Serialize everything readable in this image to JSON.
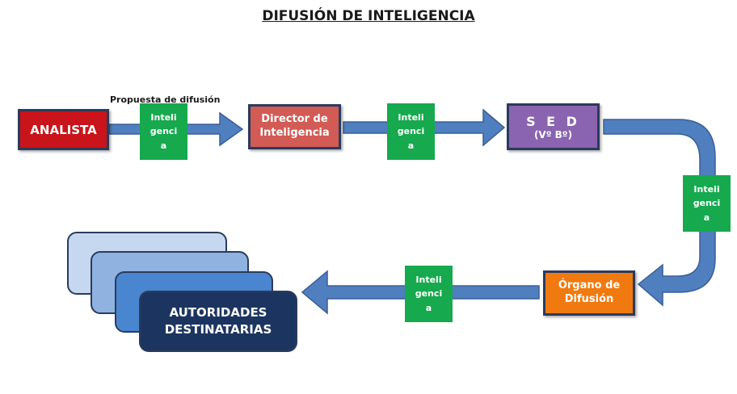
{
  "title": "DIFUSIÓN DE INTELIGENCIA",
  "edge_label": "Propuesta de difusión",
  "nodes": {
    "analista": "ANALISTA",
    "director_line1": "Director de",
    "director_line2": "Inteligencia",
    "sed_main": "S E D",
    "sed_sub": "(Vº Bº)",
    "organo_line1": "Órgano de",
    "organo_line2": "Difusión",
    "autoridades_line1": "AUTORIDADES",
    "autoridades_line2": "DESTINATARIAS"
  },
  "payload_tags": [
    {
      "line1": "Inteli",
      "line2": "genci",
      "line3": "a"
    },
    {
      "line1": "Inteli",
      "line2": "genci",
      "line3": "a"
    },
    {
      "line1": "Inteli",
      "line2": "genci",
      "line3": "a"
    },
    {
      "line1": "Inteli",
      "line2": "genci",
      "line3": "a"
    }
  ],
  "colors": {
    "arrow": "#4f7fbf",
    "arrow_border": "#3a5f96",
    "analista": "#c8141a",
    "director": "#d25b55",
    "sed": "#8a64b0",
    "organo": "#f07a10",
    "payload": "#16a94e",
    "autoridades": "#1c3560"
  }
}
